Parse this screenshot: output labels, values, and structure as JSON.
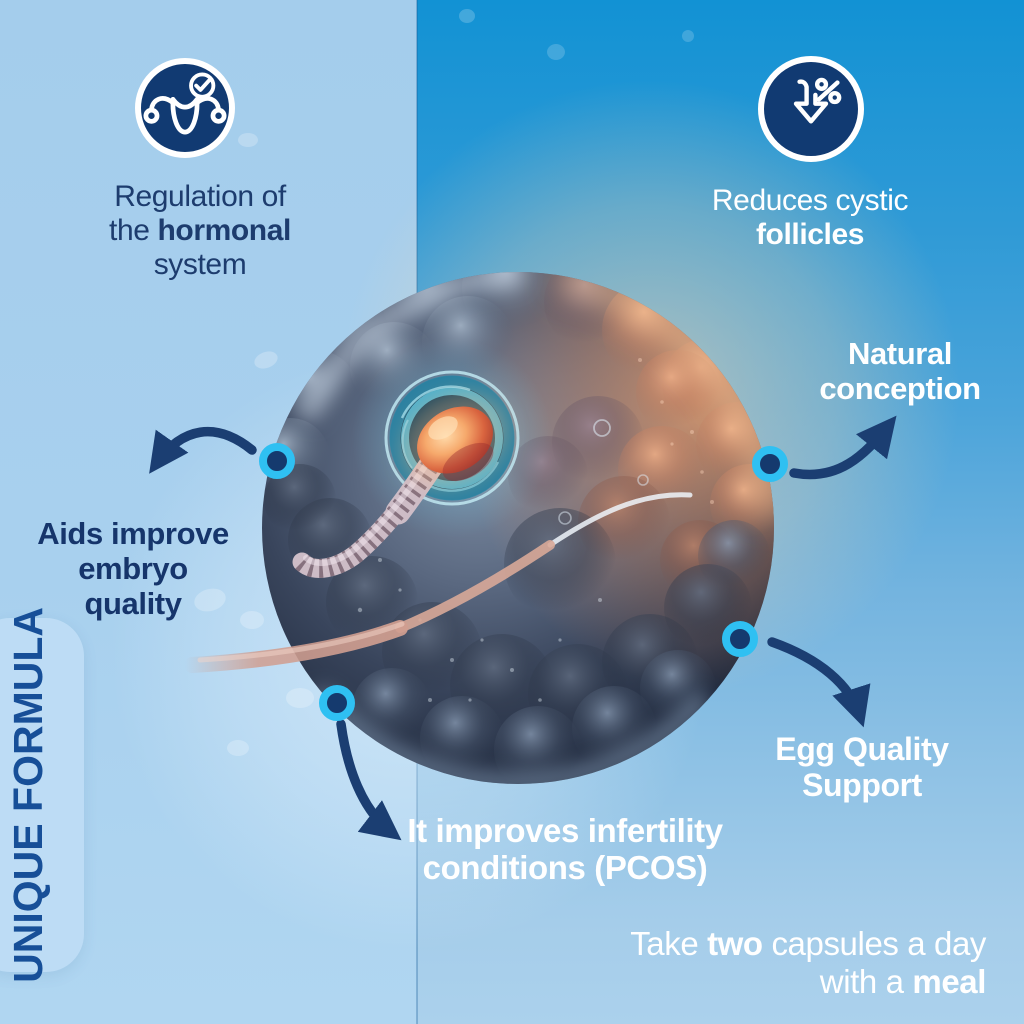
{
  "page": {
    "kind": "fertility-supplement-benefits-infographic"
  },
  "ribbon": {
    "label": "UNIQUE FORMULA"
  },
  "benefits": {
    "hormonal": {
      "icon": "uterus-check-icon",
      "l1": "Regulation of",
      "l2_regular": "the ",
      "l2_bold": "hormonal",
      "l3": "system"
    },
    "follicles": {
      "icon": "percent-decrease-icon",
      "l1": "Reduces cystic",
      "l2_bold": "follicles"
    },
    "conception": {
      "l1": "Natural",
      "l2": "conception"
    },
    "embryo": {
      "l1": "Aids improve",
      "l2": "embryo",
      "l3": "quality"
    },
    "egg_quality": {
      "l1": "Egg Quality",
      "l2": "Support"
    },
    "pcos": {
      "l1": "It improves infertility",
      "l2": "conditions (PCOS)"
    }
  },
  "dosage": {
    "l1_a": "Take ",
    "l1_b": "two",
    "l1_c": " capsules a day",
    "l2_a": "with a ",
    "l2_b": "meal"
  },
  "colors": {
    "navy_text": "#1d3c6e",
    "deep_navy_text": "#16356b",
    "white_text": "#ffffff",
    "arrow": "#1b3e72",
    "dot_ring": "#2fc0f2",
    "dot_core": "#153a6e",
    "icon_circle": "#113a72",
    "bg_left": "#a4cdec",
    "bg_right_top": "#1292d4",
    "bg_right_bottom": "#abd1ec",
    "ribbon_bg": "#bddcf5",
    "ribbon_text": "#174f98"
  }
}
